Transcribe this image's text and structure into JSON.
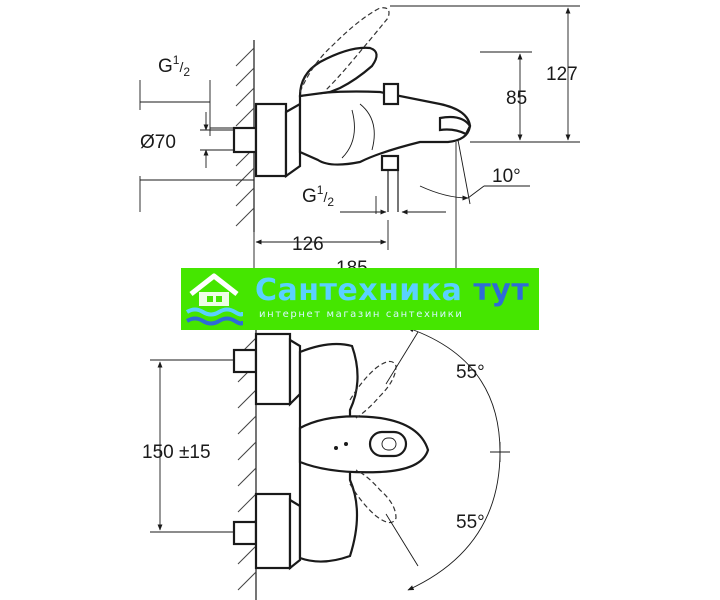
{
  "dimensions": {
    "thread_top": "G",
    "thread_top_frac_num": "1",
    "thread_top_frac_den": "2",
    "diameter": "Ø70",
    "thread_bottom": "G",
    "thread_bottom_frac_num": "1",
    "thread_bottom_frac_den": "2",
    "length_126": "126",
    "length_185": "185",
    "height_85": "85",
    "height_127": "127",
    "angle_10": "10°",
    "angle_55_top": "55°",
    "angle_55_bottom": "55°",
    "spacing": "150 ±15"
  },
  "watermark": {
    "title_part1": "Сантехника",
    "title_part2": "тут",
    "subtitle": "интернет магазин сантехники"
  },
  "colors": {
    "banner": "#45e600",
    "title": "#5ad1ff",
    "title_accent": "#2e6bd8",
    "line": "#1a1a1a"
  }
}
